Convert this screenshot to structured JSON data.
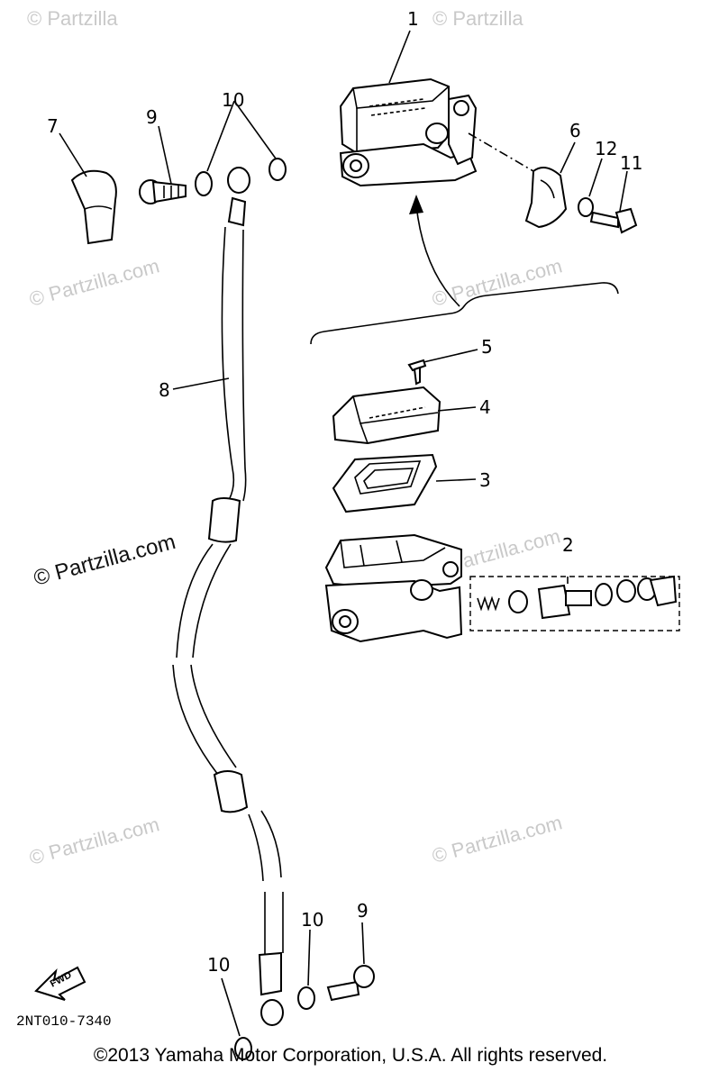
{
  "callouts": {
    "c1": "1",
    "c2": "2",
    "c3": "3",
    "c4": "4",
    "c5": "5",
    "c6": "6",
    "c7": "7",
    "c8": "8",
    "c9_top": "9",
    "c9_bottom": "9",
    "c10_top": "10",
    "c10_bottom_left": "10",
    "c10_bottom_mid": "10",
    "c11": "11",
    "c12": "12"
  },
  "watermarks": {
    "text": "© Partzilla.com",
    "top_left": "© Partzilla",
    "top_right": "© Partzilla"
  },
  "fwd_label": "FWD",
  "diagram_code": "2NT010-7340",
  "copyright": "©2013 Yamaha Motor Corporation, U.S.A. All rights reserved."
}
